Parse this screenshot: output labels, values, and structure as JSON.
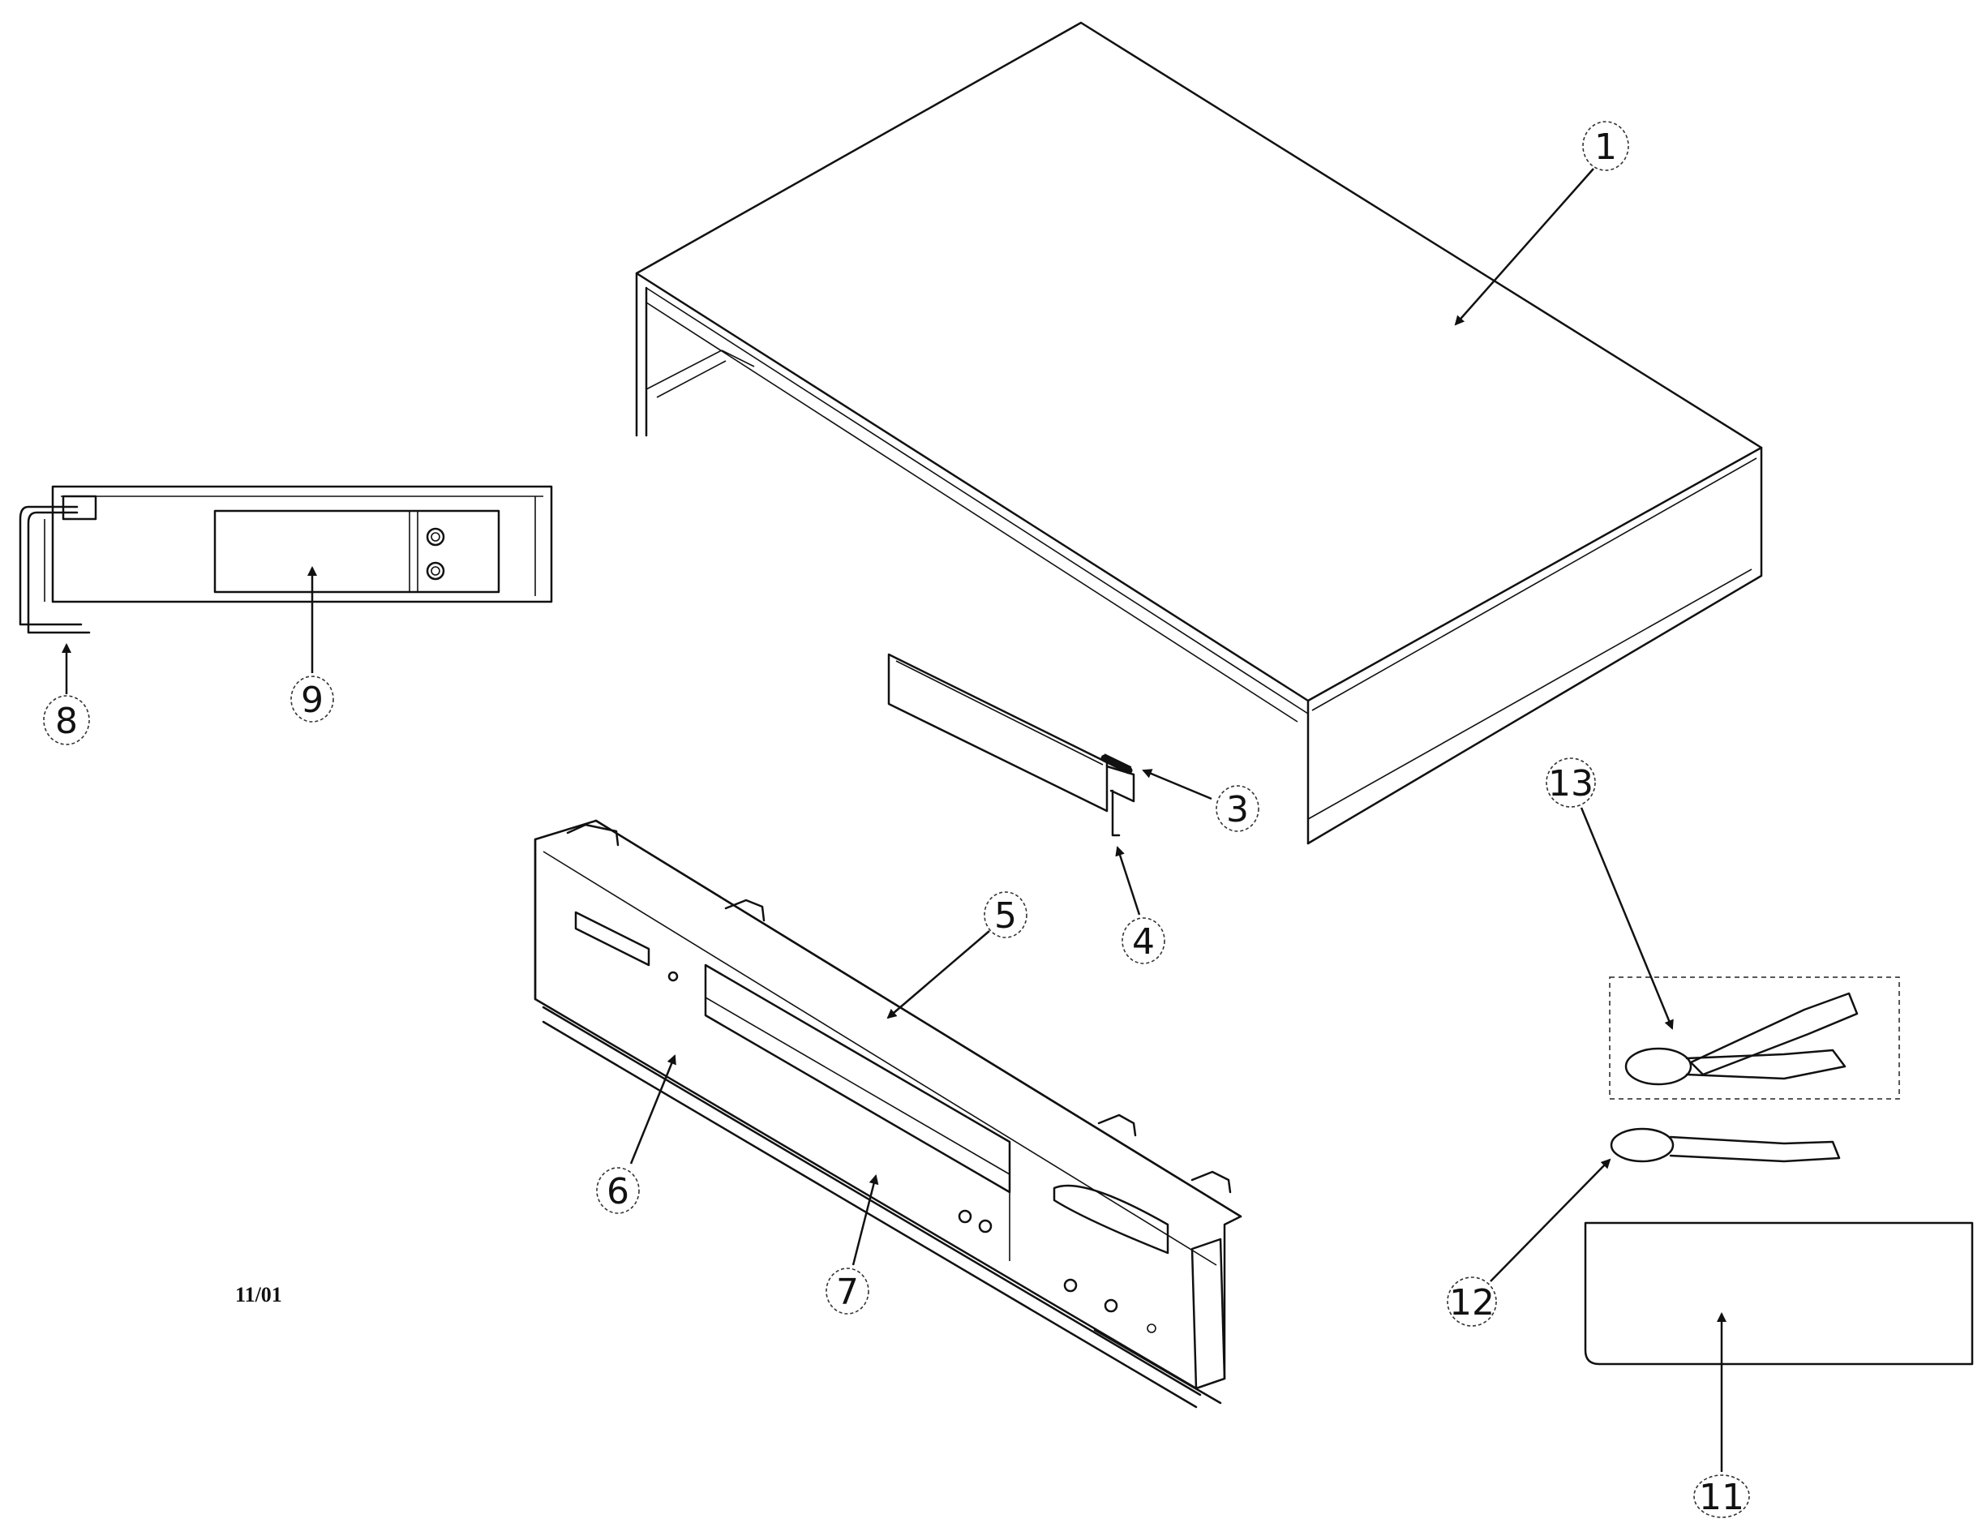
{
  "callouts": {
    "c1": "1",
    "c3": "3",
    "c4": "4",
    "c5": "5",
    "c6": "6",
    "c7": "7",
    "c8": "8",
    "c9": "9",
    "c11": "11",
    "c12": "12",
    "c13": "13"
  },
  "footer": {
    "date_code": "11/01"
  }
}
